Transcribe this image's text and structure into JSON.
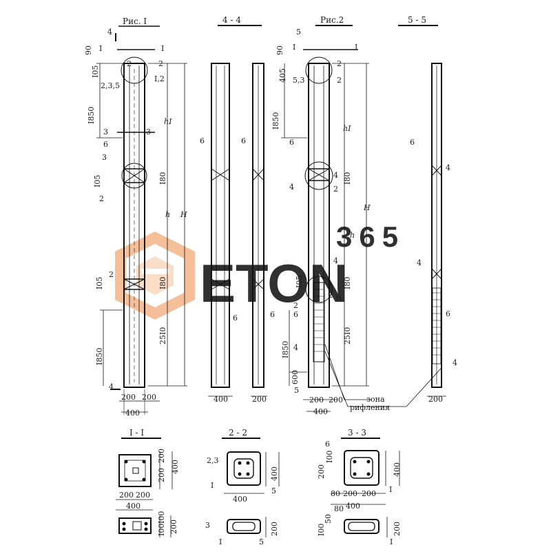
{
  "figures": {
    "fig1_title": "Рис. I",
    "fig2_title": "Рис.2",
    "section_44": "4 - 4",
    "section_55": "5 - 5",
    "section_11": "I - I",
    "section_22": "2 - 2",
    "section_33": "3 - 3"
  },
  "watermark": {
    "brand": "ETON",
    "number": "365",
    "gray_color": "#cfcfcf",
    "orange_color": "#f3b98e"
  },
  "dims": {
    "d90": "90",
    "d105": "I05",
    "d1850": "I850",
    "d180": "I80",
    "d2510": "25I0",
    "d600": "600",
    "d200": "200",
    "d400": "400",
    "d100": "I00",
    "d405": "405",
    "d50": "50",
    "d80": "80",
    "h": "h",
    "H": "H",
    "h1": "hI"
  },
  "labels": {
    "l1": "I",
    "l2": "2",
    "l3": "3",
    "l4": "4",
    "l5": "5",
    "l6": "6",
    "l235": "2,3,5",
    "l12": "I,2",
    "l53": "5,3",
    "l23": "2,3",
    "l6_100": "6",
    "zone_line1": "зона",
    "zone_line2": "рифления"
  }
}
